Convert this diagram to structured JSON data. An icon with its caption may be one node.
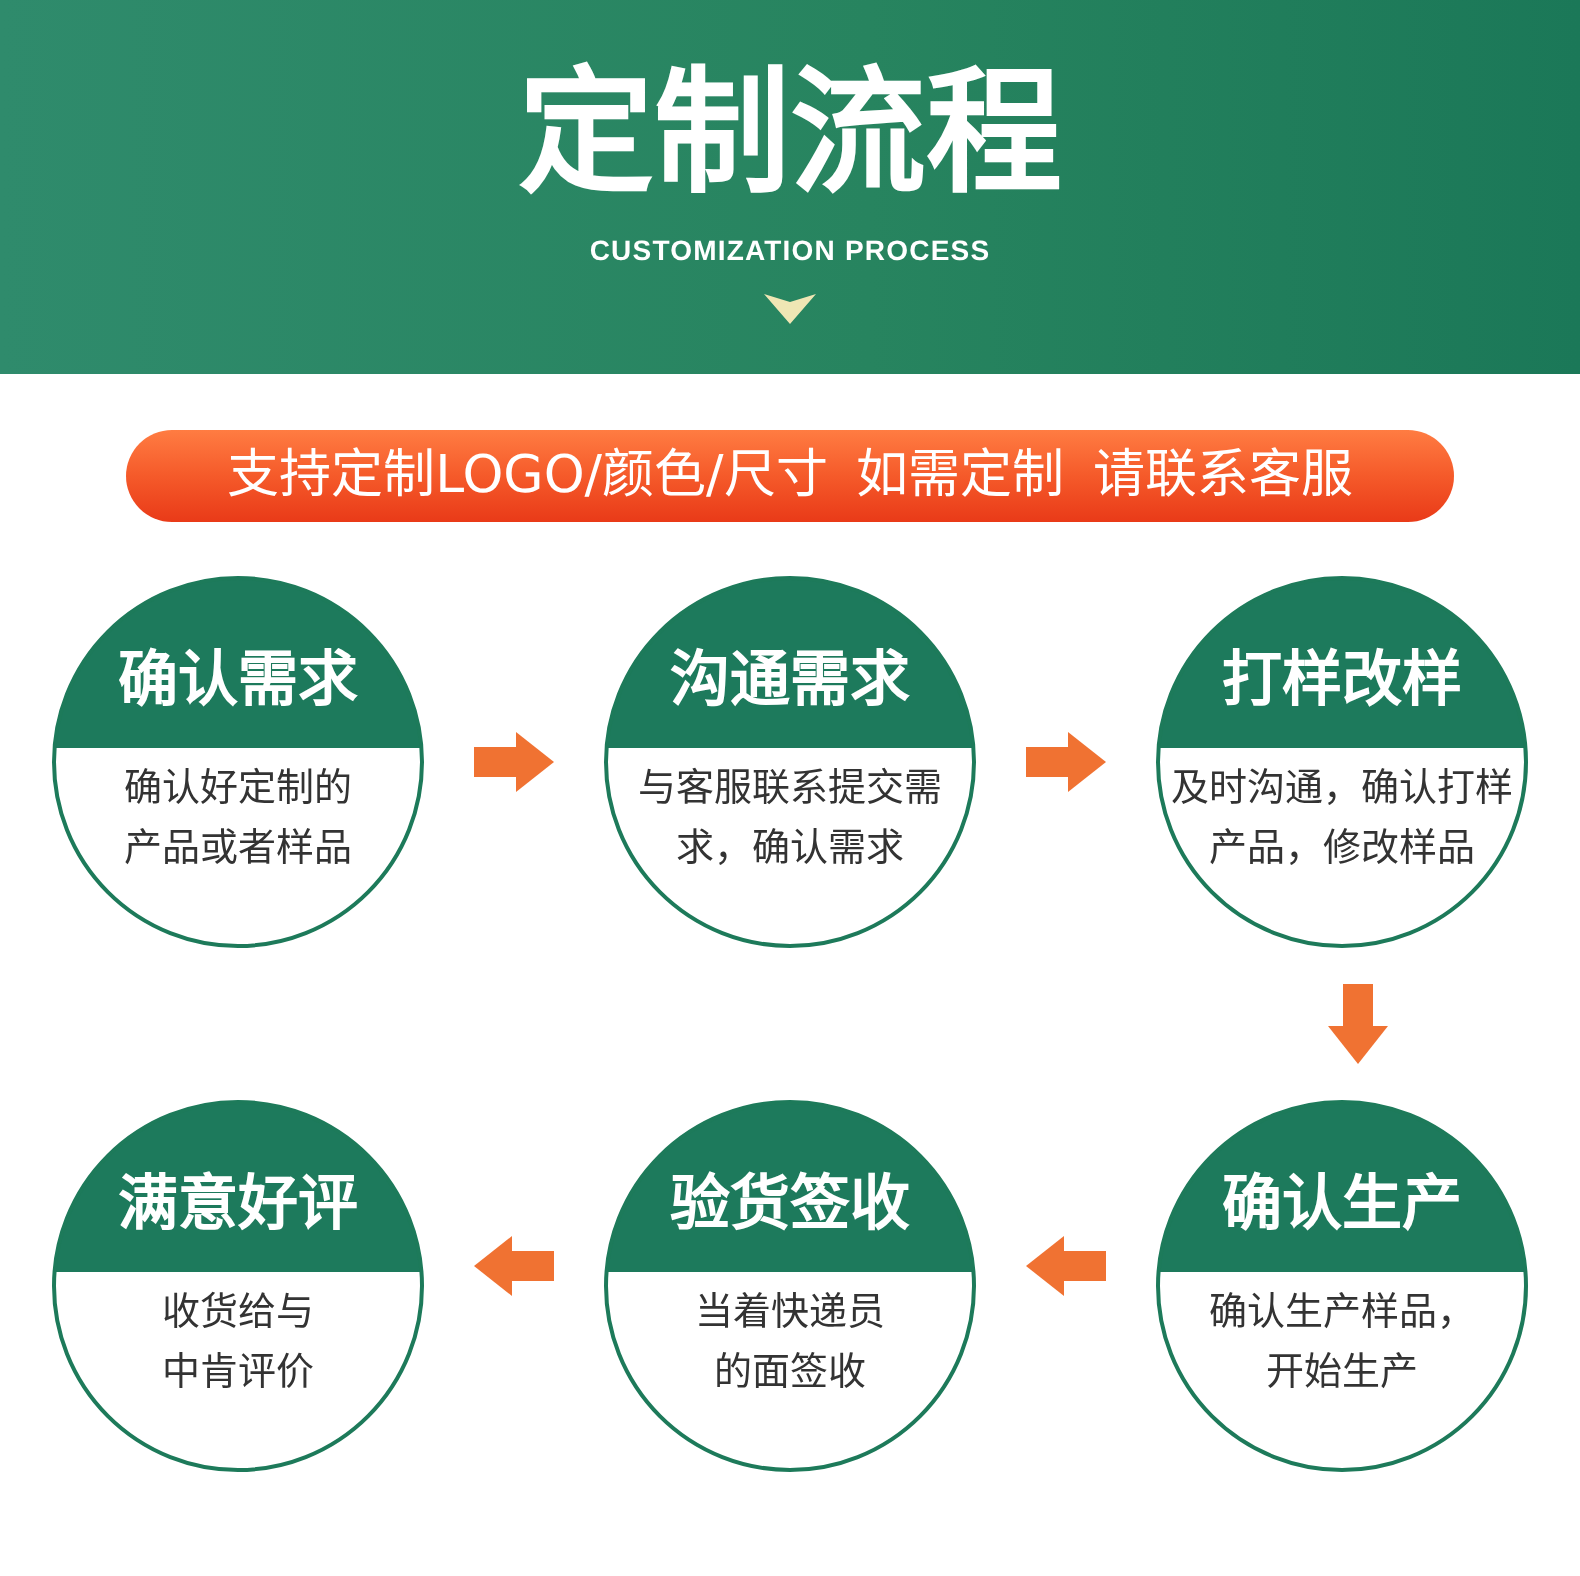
{
  "diagram": {
    "title": "定制流程",
    "nodes": [
      {
        "text": [
          "支持定制LOGO/颜色/尺寸 如需定制 请联系客服"
        ]
      },
      {
        "text": [
          "确认需求",
          "确认好定制的产品或者样品"
        ]
      },
      {
        "text": [
          "沟通需求",
          "与客服联系提交需求，确认需求"
        ]
      },
      {
        "text": [
          "打样改样",
          "及时沟通，确认打样产品，修改样品"
        ]
      },
      {
        "text": [
          "满意好评",
          "收货给与中肯评价"
        ]
      },
      {
        "text": [
          "验货签收",
          "当着快递员的面签收"
        ]
      },
      {
        "text": [
          "确认生产",
          "确认生产样品，开始生产"
        ]
      }
    ],
    "edges": [
      {
        "from": 1,
        "to": 2,
        "arrow": "to"
      },
      {
        "from": 2,
        "to": 3,
        "arrow": "to"
      },
      {
        "from": 3,
        "to": 6,
        "arrow": "to"
      },
      {
        "from": 6,
        "to": 5,
        "arrow": "to"
      },
      {
        "from": 5,
        "to": 4,
        "arrow": "to"
      }
    ],
    "labels": [
      "CUSTOMIZATION PROCESS"
    ]
  }
}
